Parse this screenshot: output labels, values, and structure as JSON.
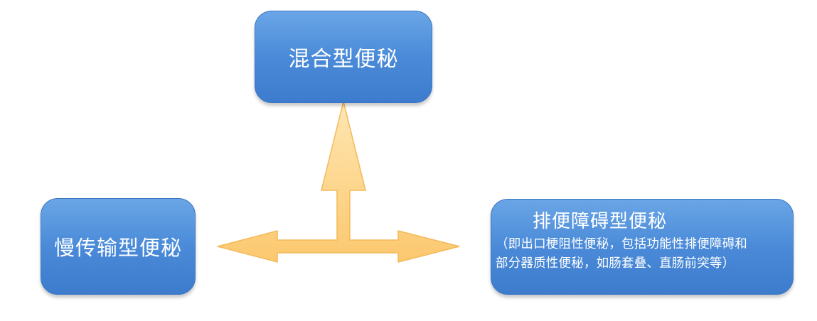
{
  "nodes": {
    "mixed": {
      "label": "混合型便秘"
    },
    "slow_transit": {
      "label": "慢传输型便秘"
    },
    "outlet": {
      "label": "排便障碍型便秘",
      "description_lines": [
        "（即出口梗阻性便秘，包括功能性排便障碍和",
        "部分器质性便秘，如肠套叠、直肠前突等）"
      ]
    }
  },
  "colors": {
    "box_fill": "#4a8ad8",
    "box_border": "#3a76c4",
    "arrow_fill": "#fdd48a",
    "arrow_stroke": "#f3b95a",
    "text": "#ffffff"
  }
}
